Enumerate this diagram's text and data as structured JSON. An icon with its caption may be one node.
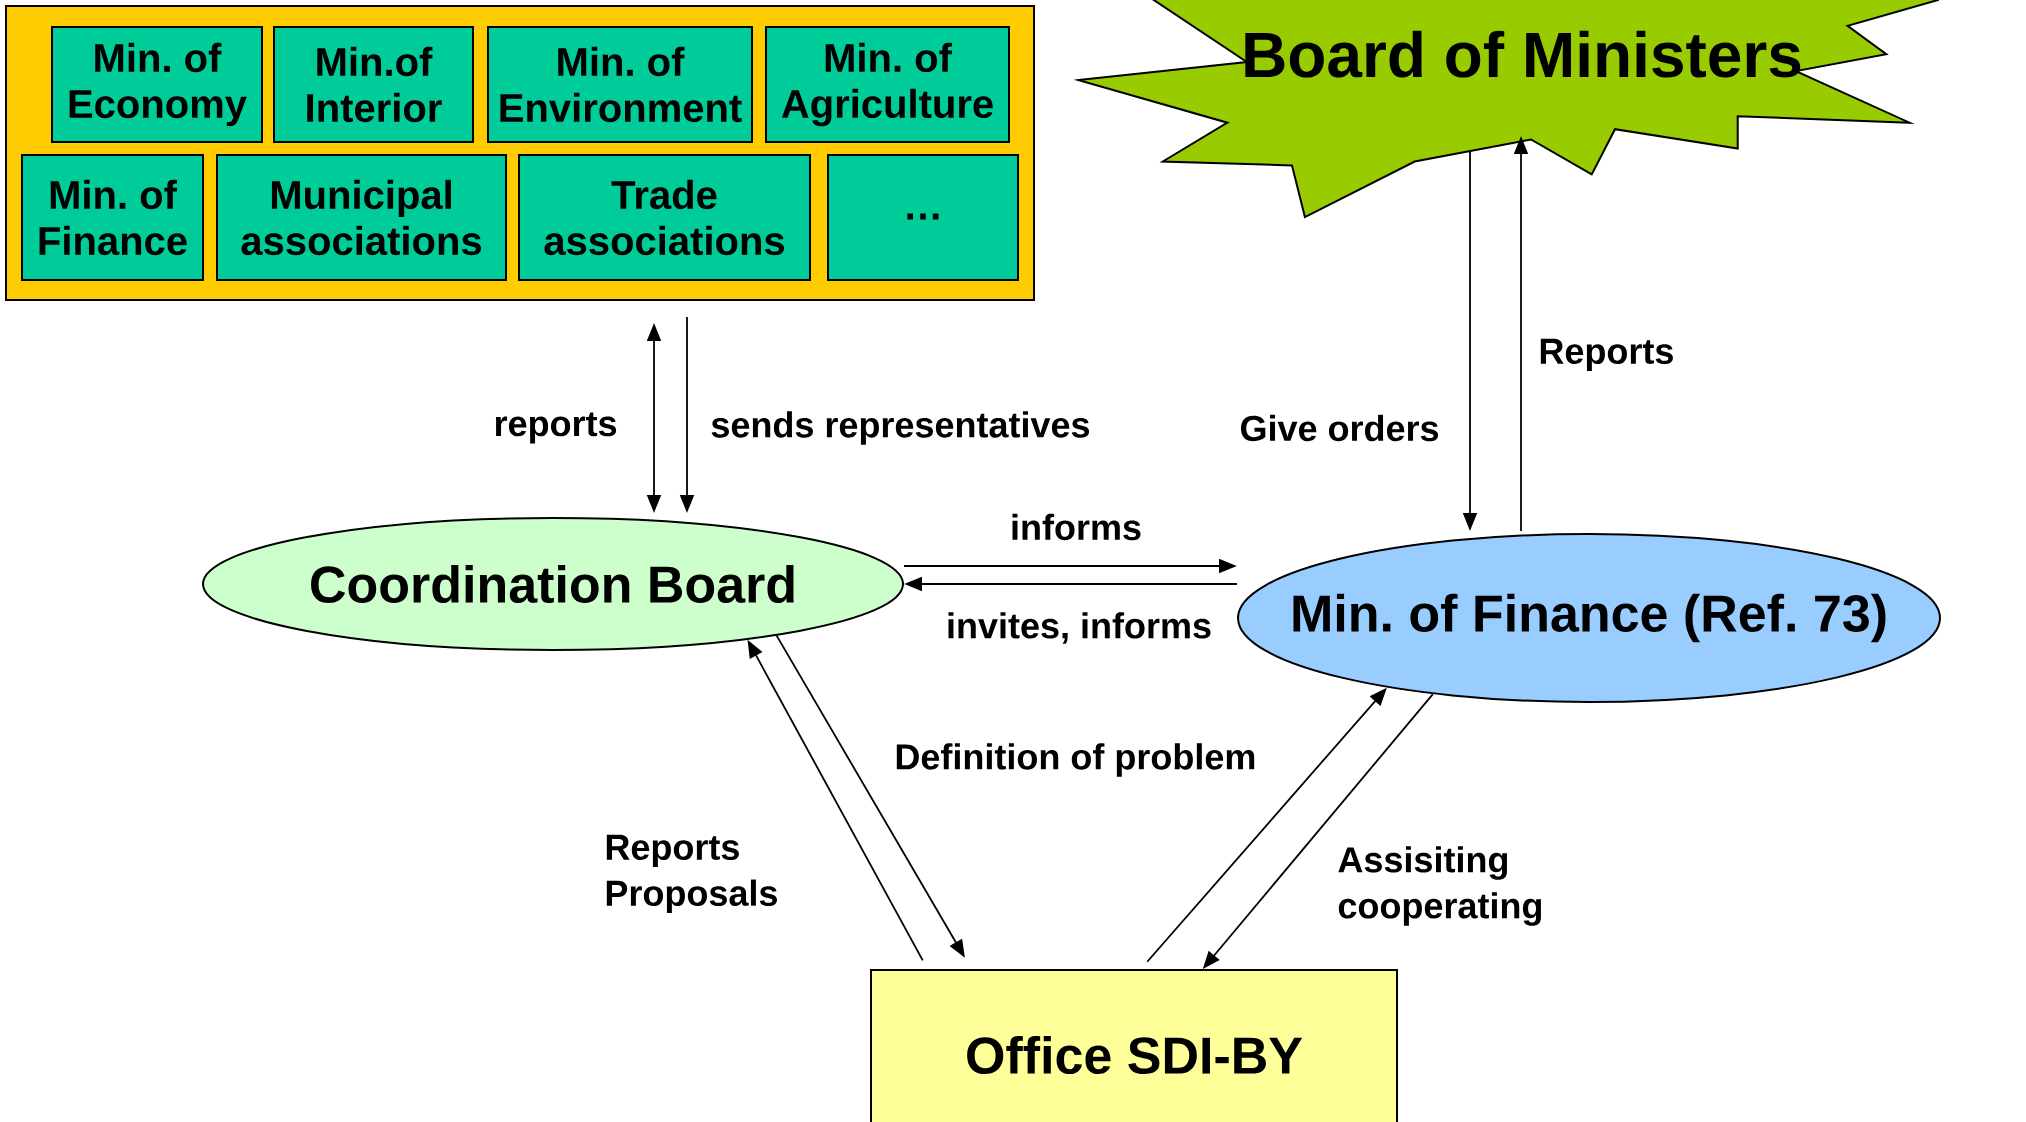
{
  "diagram": {
    "nodes": [
      {
        "text": [],
        "shape": "box"
      },
      {
        "text": [
          "Min. of Economy"
        ],
        "in": 0
      },
      {
        "text": [
          "Min.of Interior"
        ],
        "in": 0
      },
      {
        "text": [
          "Min. of Environment"
        ],
        "in": 0
      },
      {
        "text": [
          "Min. of Agriculture"
        ],
        "in": 0
      },
      {
        "text": [
          "Min. of Finance"
        ],
        "in": 0
      },
      {
        "text": [
          "Municipal associations"
        ],
        "in": 0
      },
      {
        "text": [
          "Trade associations"
        ],
        "in": 0
      },
      {
        "text": [
          "…"
        ],
        "in": 0
      },
      {
        "text": [
          "Board of Ministers"
        ]
      },
      {
        "text": [
          "Coordination Board"
        ]
      },
      {
        "text": [
          "Min. of Finance (Ref. 73)"
        ]
      },
      {
        "text": [
          "Office SDI-BY"
        ]
      }
    ],
    "edges": [
      {
        "from": 10,
        "to": 0,
        "arrow": "both",
        "label": "reports"
      },
      {
        "from": 0,
        "to": 10,
        "arrow": "to",
        "label": "sends representatives"
      },
      {
        "from": 9,
        "to": 11,
        "arrow": "to",
        "label": "Give orders"
      },
      {
        "from": 11,
        "to": 9,
        "arrow": "to",
        "label": "Reports"
      },
      {
        "from": 10,
        "to": 11,
        "arrow": "to",
        "label": "informs"
      },
      {
        "from": 11,
        "to": 10,
        "arrow": "to",
        "label": "invites, informs"
      },
      {
        "from": 12,
        "to": 10,
        "arrow": "to",
        "label": "Reports Proposals"
      },
      {
        "from": 10,
        "to": 12,
        "arrow": "to",
        "label": "Definition of problem"
      },
      {
        "from": 12,
        "to": 11,
        "arrow": "to"
      },
      {
        "from": 11,
        "to": 12,
        "arrow": "to",
        "label": "Assisiting cooperating"
      }
    ]
  }
}
